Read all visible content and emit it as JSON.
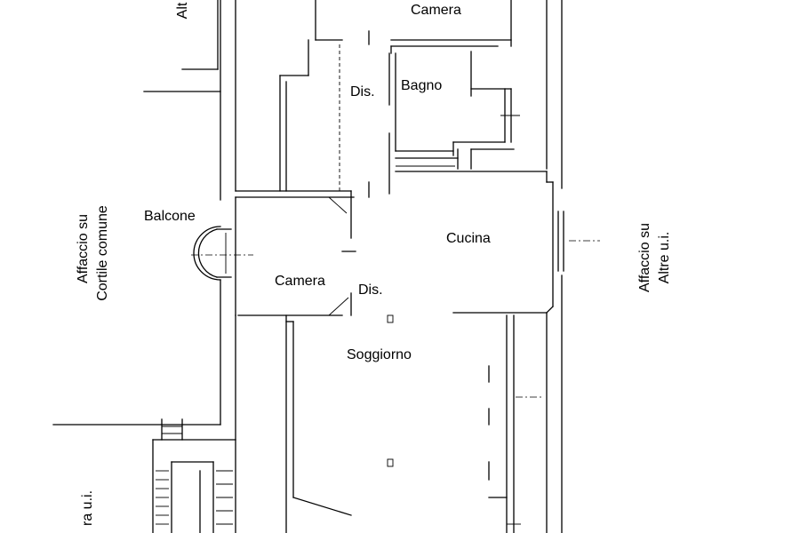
{
  "rooms": {
    "camera_top": "Camera",
    "dis_top": "Dis.",
    "bagno": "Bagno",
    "balcone": "Balcone",
    "cucina": "Cucina",
    "camera_mid": "Camera",
    "dis_mid": "Dis.",
    "soggiorno": "Soggiorno"
  },
  "sides": {
    "left_line1": "Affaccio su",
    "left_line2": "Cortile comune",
    "right_line1": "Affaccio su",
    "right_line2": "Altre u.i.",
    "top_left_cut": "Alt",
    "bottom_left_cut": "ra u.i."
  }
}
